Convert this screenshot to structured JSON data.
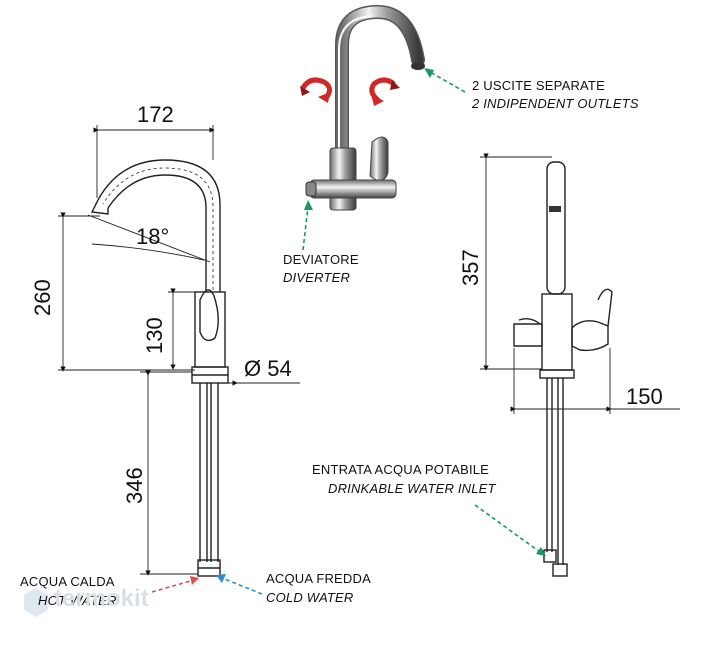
{
  "dimensions": {
    "spout_reach": "172",
    "spout_angle": "18°",
    "spout_height": "260",
    "lever_height": "130",
    "body_diameter": "Ø 54",
    "hose_length": "346",
    "total_height": "357",
    "side_depth": "150"
  },
  "notes": {
    "outlets_it": "2  USCITE  SEPARATE",
    "outlets_en": "2 INDIPENDENT OUTLETS",
    "diverter_it": "DEVIATORE",
    "diverter_en": "DIVERTER",
    "drinkable_it": "ENTRATA ACQUA POTABILE",
    "drinkable_en": "DRINKABLE WATER INLET",
    "hot_it": "ACQUA CALDA",
    "hot_en": "HOT WATER",
    "cold_it": "ACQUA FREDDA",
    "cold_en": "COLD WATER"
  },
  "watermark": "termokit",
  "colors": {
    "leader_green": "#1a9a5a",
    "leader_red": "#e05050",
    "leader_blue": "#2a8fd0",
    "rotation_arrow": "#d02828"
  }
}
